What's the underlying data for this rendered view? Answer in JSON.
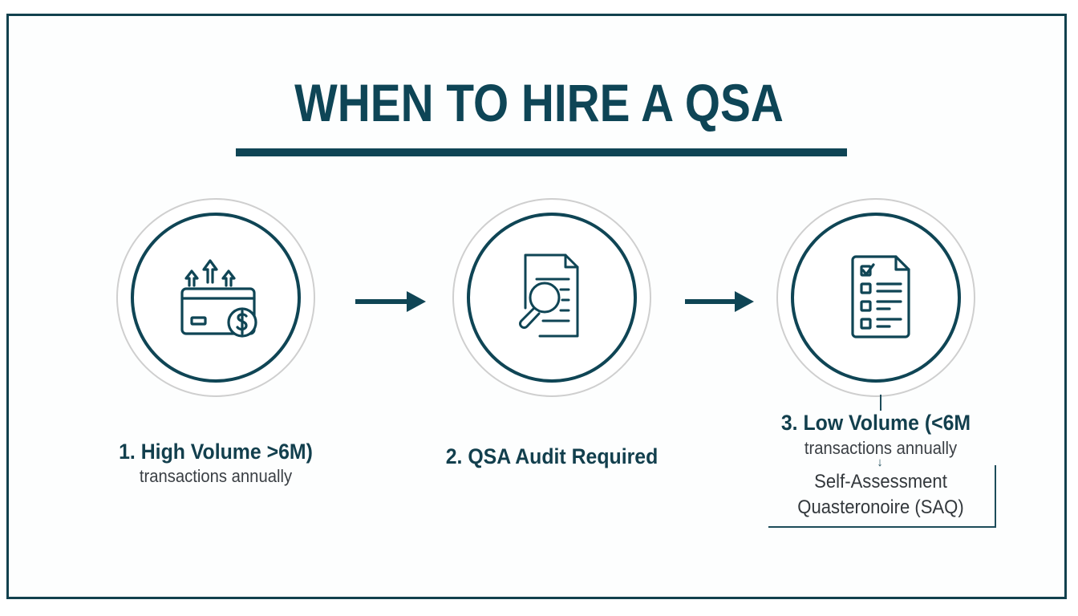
{
  "title": "WHEN TO HIRE A QSA",
  "colors": {
    "primary": "#0f4555",
    "ring": "#cfcfcf",
    "subtext": "#3a3f44",
    "background": "#ffffff"
  },
  "steps": [
    {
      "icon": "credit-card-growth-icon",
      "title": "1. High Volume >6M)",
      "subtitle": "transactions annually"
    },
    {
      "icon": "document-search-icon",
      "title": "2. QSA Audit Required"
    },
    {
      "icon": "checklist-document-icon",
      "title": "3. Low Volume (<6M",
      "subtitle": "transactions annually",
      "arrow": "↓",
      "result_line1": "Self-Assessment",
      "result_line2": "Quasteronoire (SAQ)"
    }
  ],
  "flow_arrows": [
    "arrow-right-icon",
    "arrow-right-icon"
  ]
}
